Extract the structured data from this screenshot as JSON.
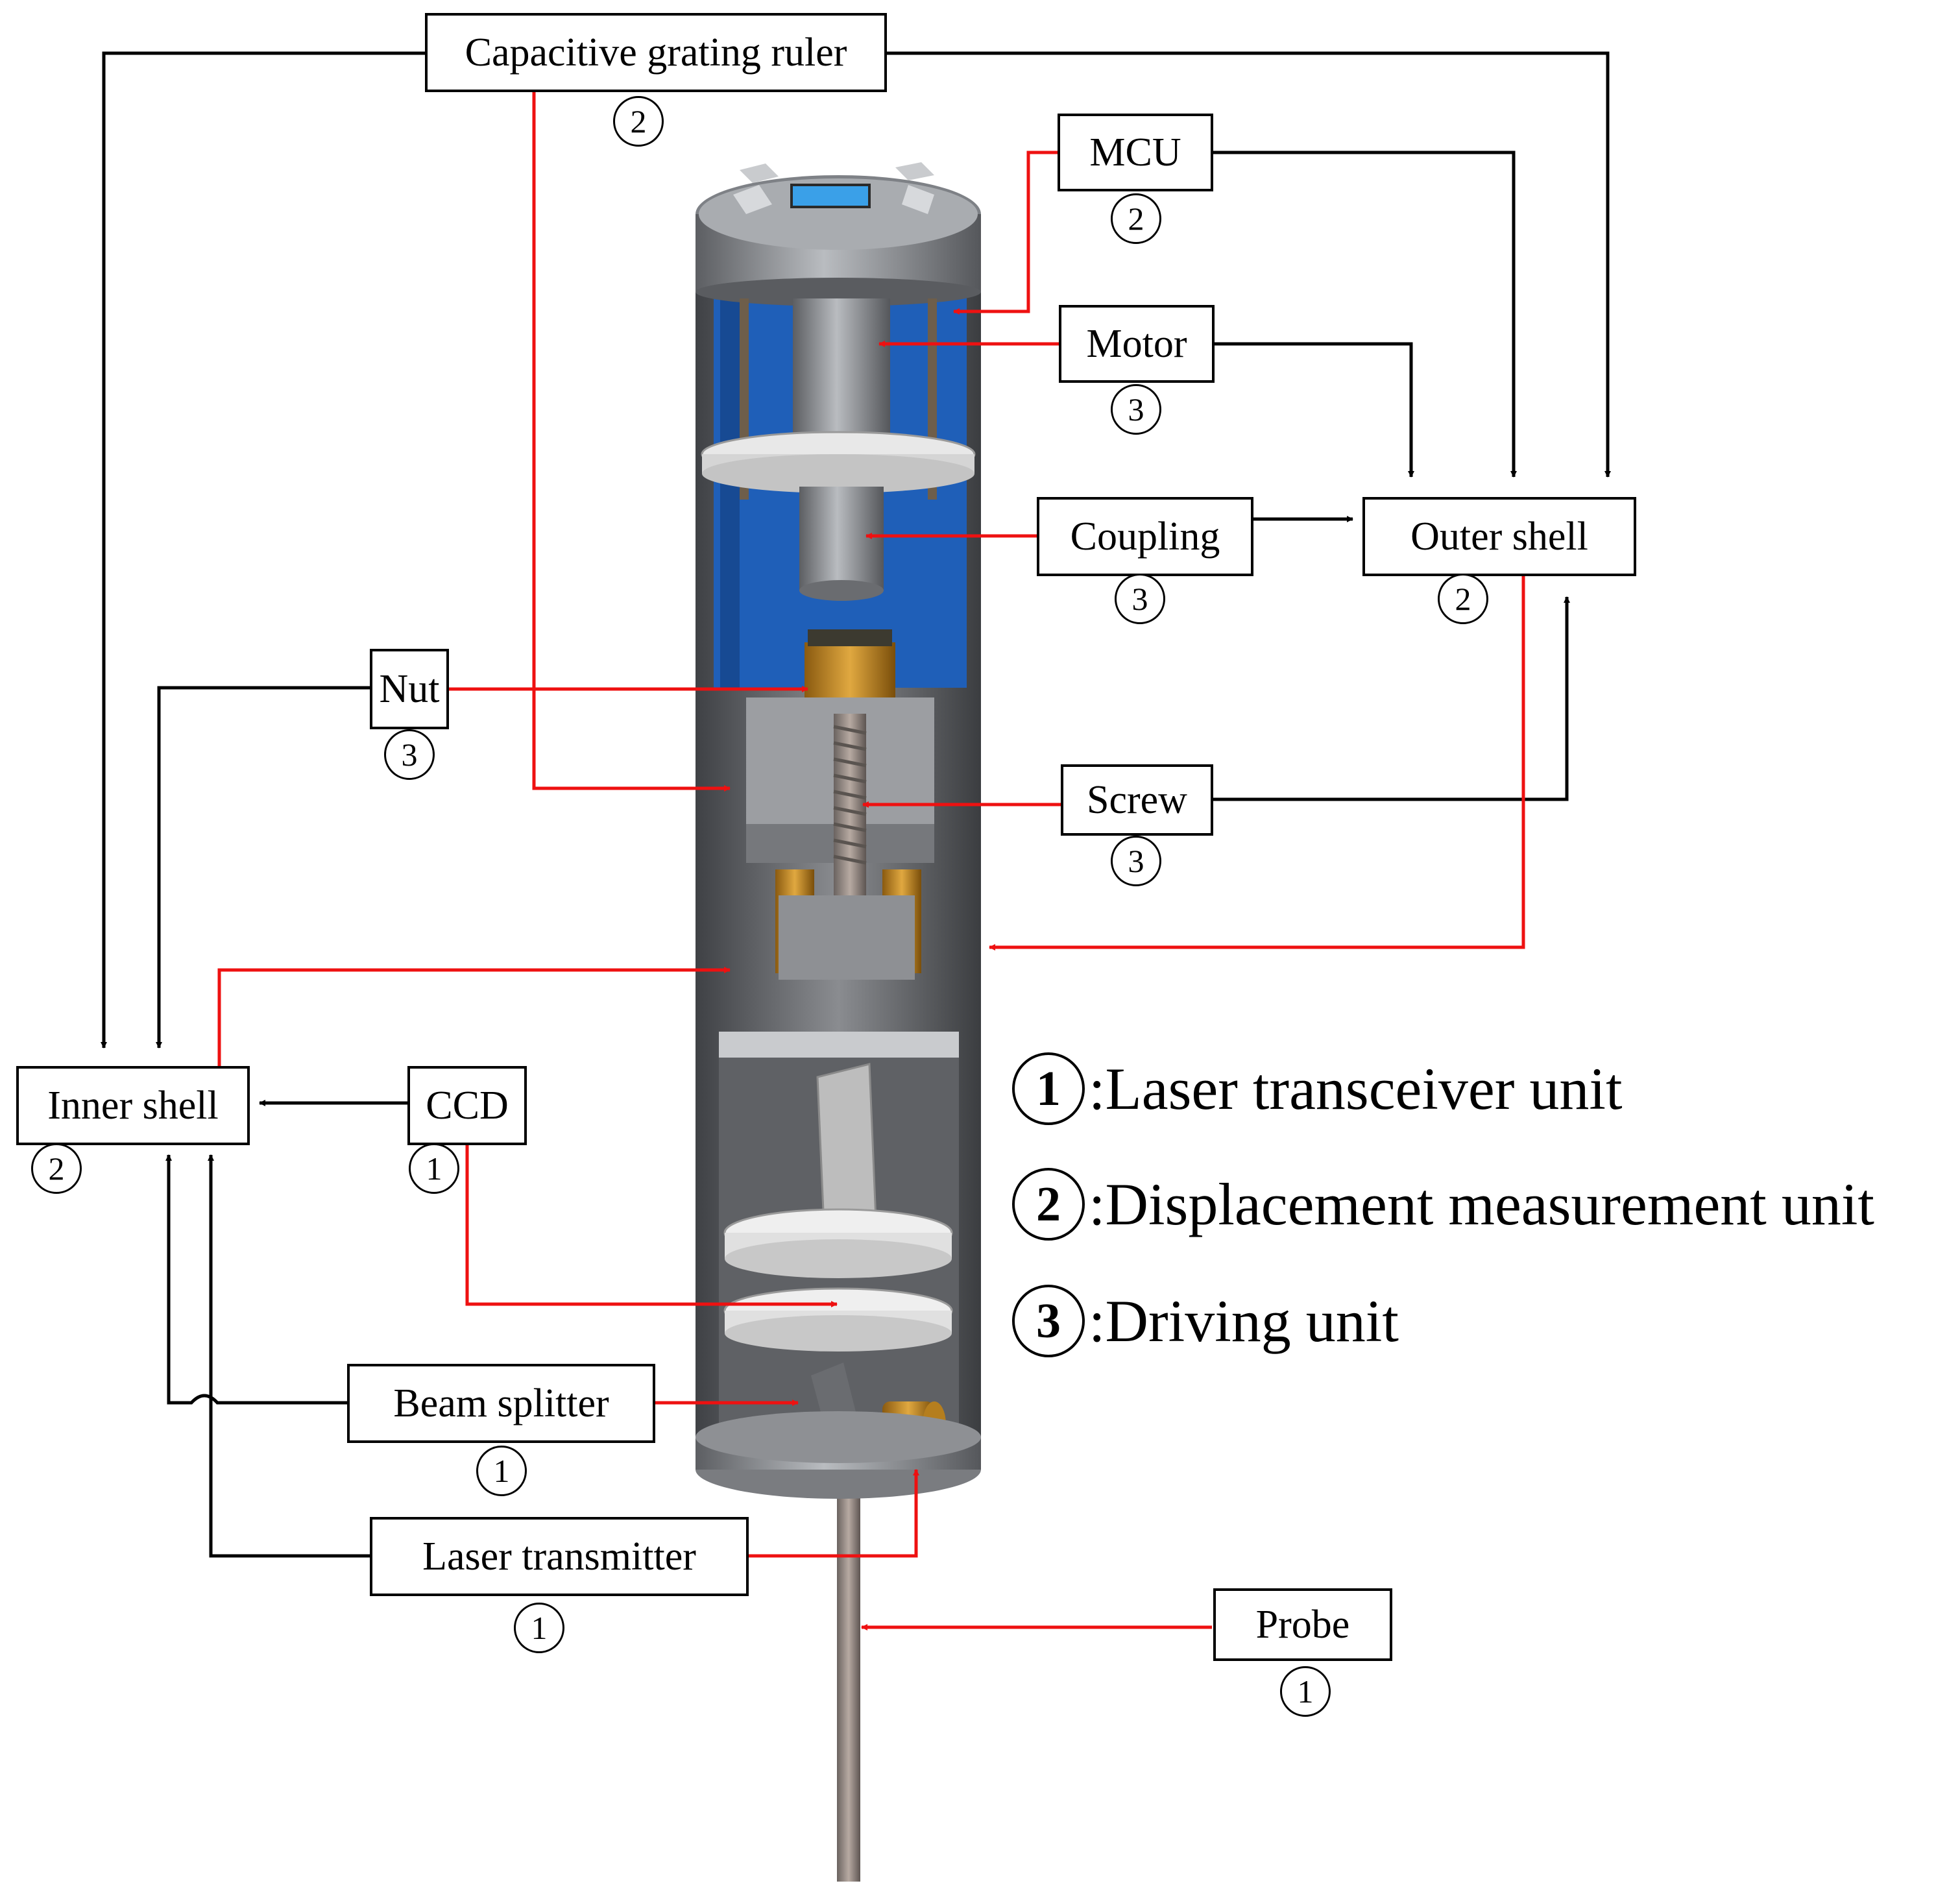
{
  "components": {
    "capacitive_grating_ruler": {
      "label": "Capacitive grating  ruler",
      "unit": "2"
    },
    "mcu": {
      "label": "MCU",
      "unit": "2"
    },
    "motor": {
      "label": "Motor",
      "unit": "3"
    },
    "coupling": {
      "label": "Coupling",
      "unit": "3"
    },
    "outer_shell": {
      "label": "Outer shell",
      "unit": "2"
    },
    "nut": {
      "label": "Nut",
      "unit": "3"
    },
    "screw": {
      "label": "Screw",
      "unit": "3"
    },
    "inner_shell": {
      "label": "Inner shell",
      "unit": "2"
    },
    "ccd": {
      "label": "CCD",
      "unit": "1"
    },
    "beam_splitter": {
      "label": "Beam splitter",
      "unit": "1"
    },
    "laser_transmitter": {
      "label": "Laser transmitter",
      "unit": "1"
    },
    "probe": {
      "label": "Probe",
      "unit": "1"
    }
  },
  "legend": [
    {
      "num": "1",
      "text": ":Laser transceiver unit"
    },
    {
      "num": "2",
      "text": ":Displacement measurement unit"
    },
    {
      "num": "3",
      "text": ":Driving  unit"
    }
  ],
  "colors": {
    "black_link": "#000000",
    "red_pointer": "#ee1111",
    "housing_blue": "#1f5fb8",
    "metal_gray": "#8f9296"
  }
}
